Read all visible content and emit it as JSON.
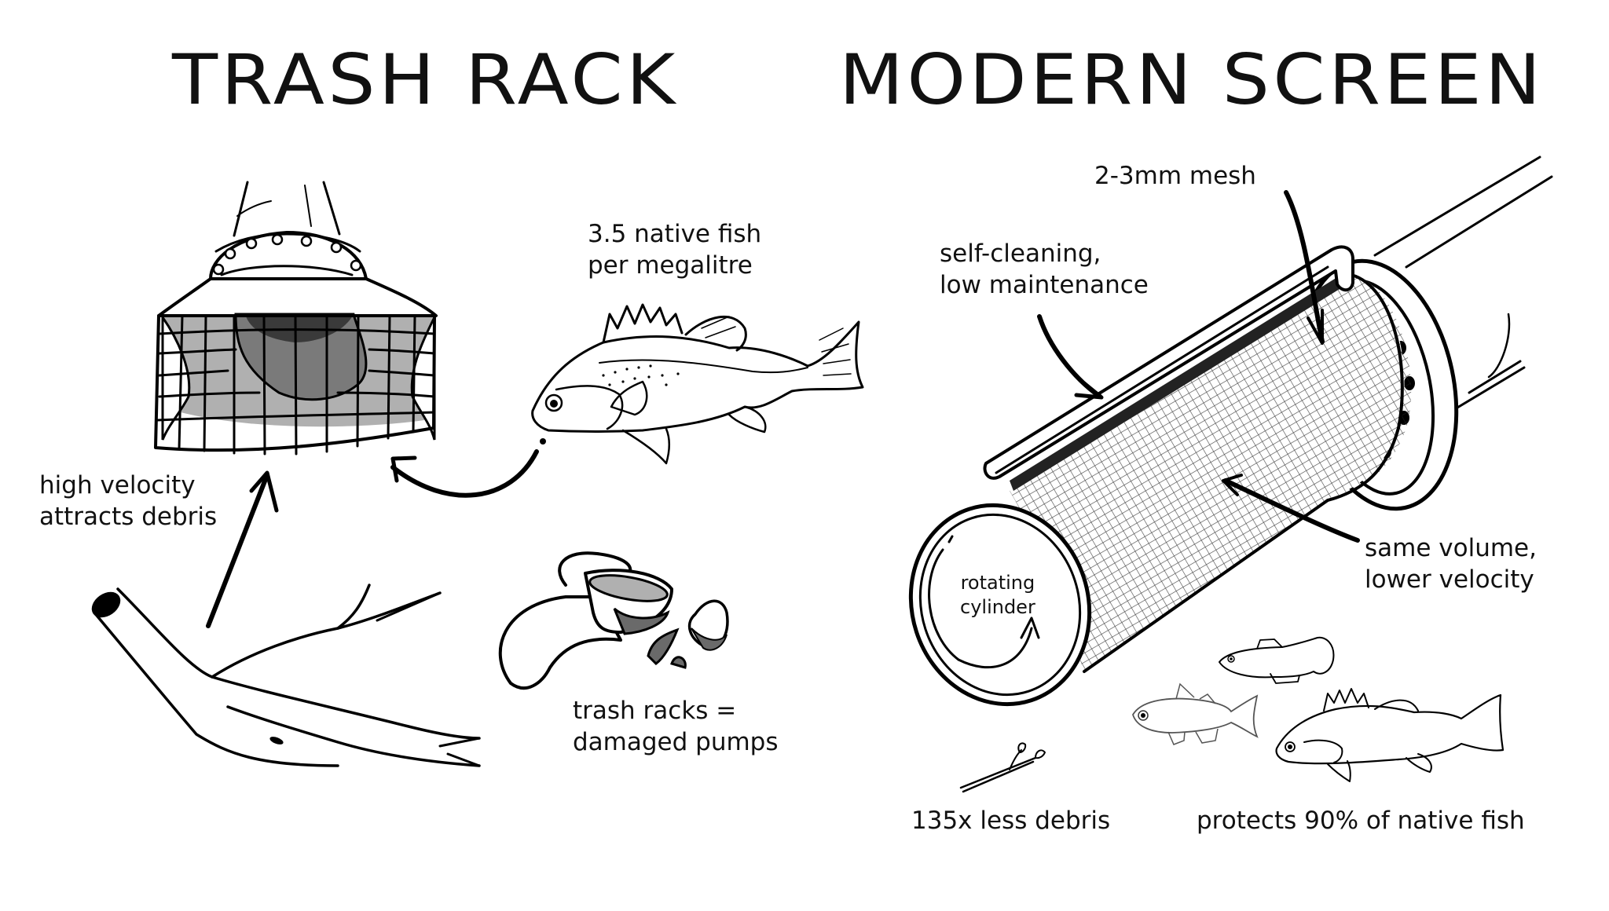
{
  "left_panel": {
    "title": "TRASH RACK",
    "labels": {
      "fish_density": [
        "3.5 native fish",
        "per megalitre"
      ],
      "velocity": [
        "high velocity",
        "attracts debris"
      ],
      "pumps": [
        "trash racks =",
        "damaged pumps"
      ]
    },
    "illustrations": [
      "trash-rack-cage",
      "native-fish",
      "debris-branch",
      "damaged-pump-parts"
    ]
  },
  "right_panel": {
    "title": "MODERN SCREEN",
    "labels": {
      "mesh": "2-3mm mesh",
      "self_cleaning": [
        "self-cleaning,",
        "low maintenance"
      ],
      "velocity": [
        "same volume,",
        "lower velocity"
      ],
      "cylinder": [
        "rotating",
        "cylinder"
      ],
      "debris": "135x less debris",
      "fish": "protects 90% of native fish"
    },
    "illustrations": [
      "mesh-cylinder-screen",
      "small-twig",
      "native-fish-group"
    ]
  },
  "colors": {
    "ink": "#000000",
    "background": "#ffffff",
    "shade_light": "#b0b0b0",
    "shade_mid": "#7a7a7a",
    "shade_dark": "#3a3a3a"
  }
}
